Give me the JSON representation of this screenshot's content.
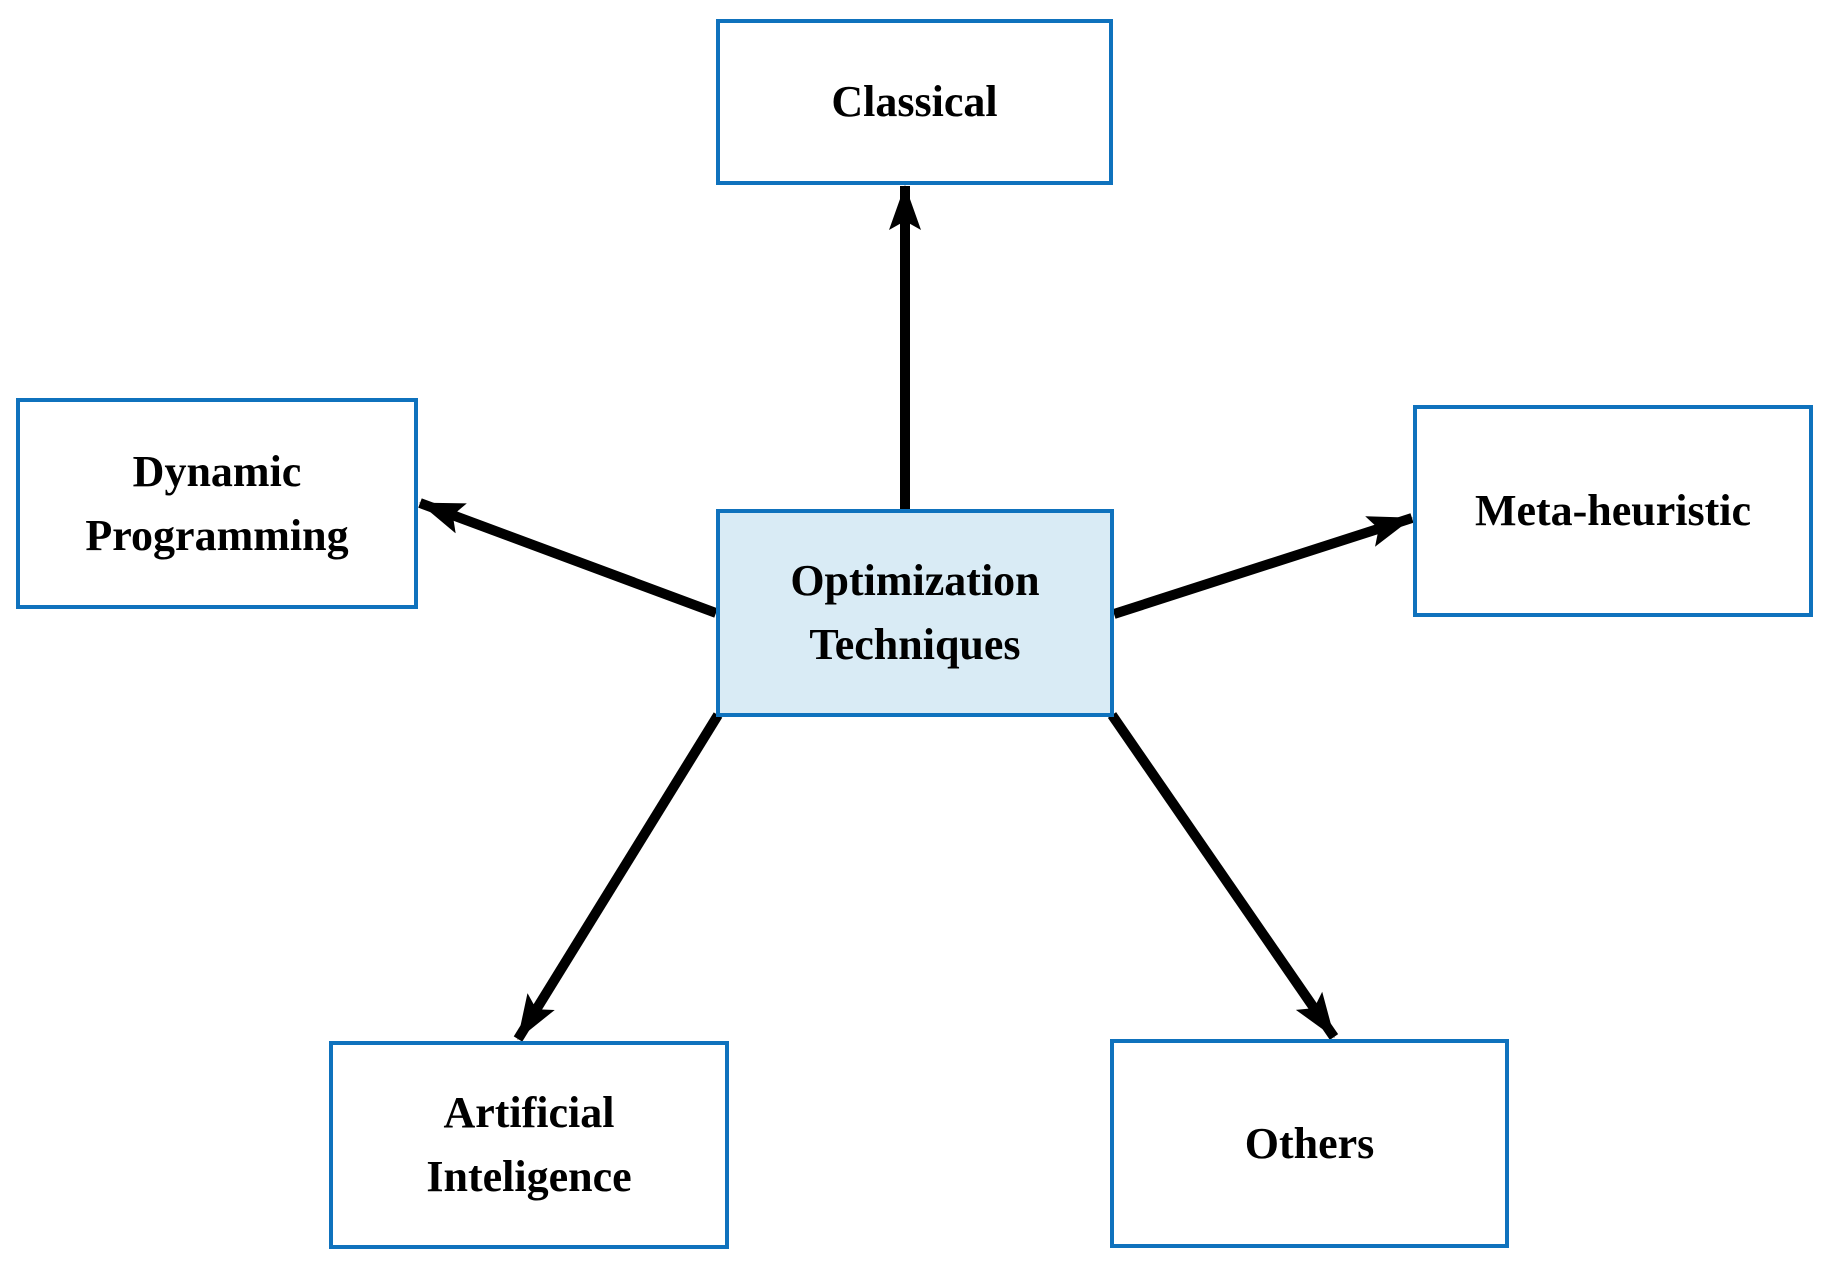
{
  "diagram": {
    "type": "radial-diagram",
    "center_node": {
      "id": "optimization-techniques",
      "lines": [
        "Optimization",
        "Techniques"
      ]
    },
    "nodes": {
      "classical": {
        "lines": [
          "Classical"
        ]
      },
      "dynamic_programming": {
        "lines": [
          "Dynamic",
          "Programming"
        ]
      },
      "meta_heuristic": {
        "lines": [
          "Meta-heuristic"
        ]
      },
      "artificial_intelligence": {
        "lines": [
          "Artificial",
          "Inteligence"
        ]
      },
      "others": {
        "lines": [
          "Others"
        ]
      }
    },
    "edges": [
      {
        "from": "Optimization Techniques",
        "to": "Classical"
      },
      {
        "from": "Optimization Techniques",
        "to": "Dynamic Programming"
      },
      {
        "from": "Optimization Techniques",
        "to": "Meta-heuristic"
      },
      {
        "from": "Optimization Techniques",
        "to": "Artificial Inteligence"
      },
      {
        "from": "Optimization Techniques",
        "to": "Others"
      }
    ],
    "colors": {
      "box_border": "#0F72BD",
      "center_fill": "#D9EBF5",
      "node_fill": "#FFFFFF",
      "arrow": "#000000",
      "text": "#000000",
      "background": "#FFFFFF"
    }
  }
}
